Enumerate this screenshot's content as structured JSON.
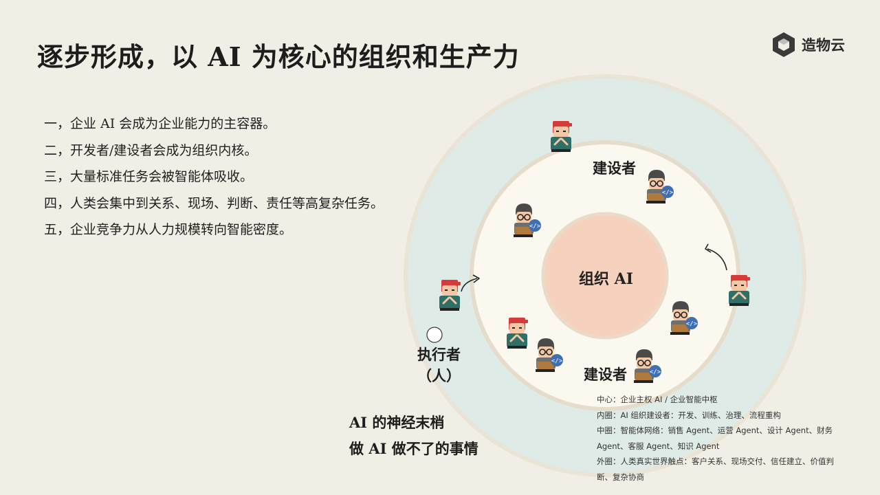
{
  "title": "逐步形成，以 AI 为核心的组织和生产力",
  "brand": {
    "name": "造物云",
    "logo_icon": "cube-logo-icon"
  },
  "points": [
    "一，企业 AI 会成为企业能力的主容器。",
    "二，开发者/建设者会成为组织内核。",
    "三，大量标准任务会被智能体吸收。",
    "四，人类会集中到关系、现场、判断、责任等高复杂任务。",
    "五，企业竞争力从人力规模转向智能密度。"
  ],
  "diagram": {
    "core_label": "组织 AI",
    "builder_label_top": "建设者",
    "builder_label_bottom": "建设者",
    "executor_label_line1": "执行者",
    "executor_label_line2": "（人）",
    "nerve_line1": "AI 的神经末梢",
    "nerve_line2": "做 AI 做不了的事情",
    "colors": {
      "outer": "#dfebe6",
      "middle": "#fbf8ef",
      "core": "#f6d2be",
      "ring_stroke": "#e9dccb"
    }
  },
  "legend": {
    "center": "中心：企业主权 AI / 企业智能中枢",
    "inner": "内圈：AI 组织建设者：开发、训练、治理、流程重构",
    "middle": "中圈：智能体网络：销售 Agent、运营 Agent、设计 Agent、财务 Agent、客服 Agent、知识 Agent",
    "outer": "外圈：人类真实世界触点：客户关系、现场交付、信任建立、价值判断、复杂协商"
  }
}
